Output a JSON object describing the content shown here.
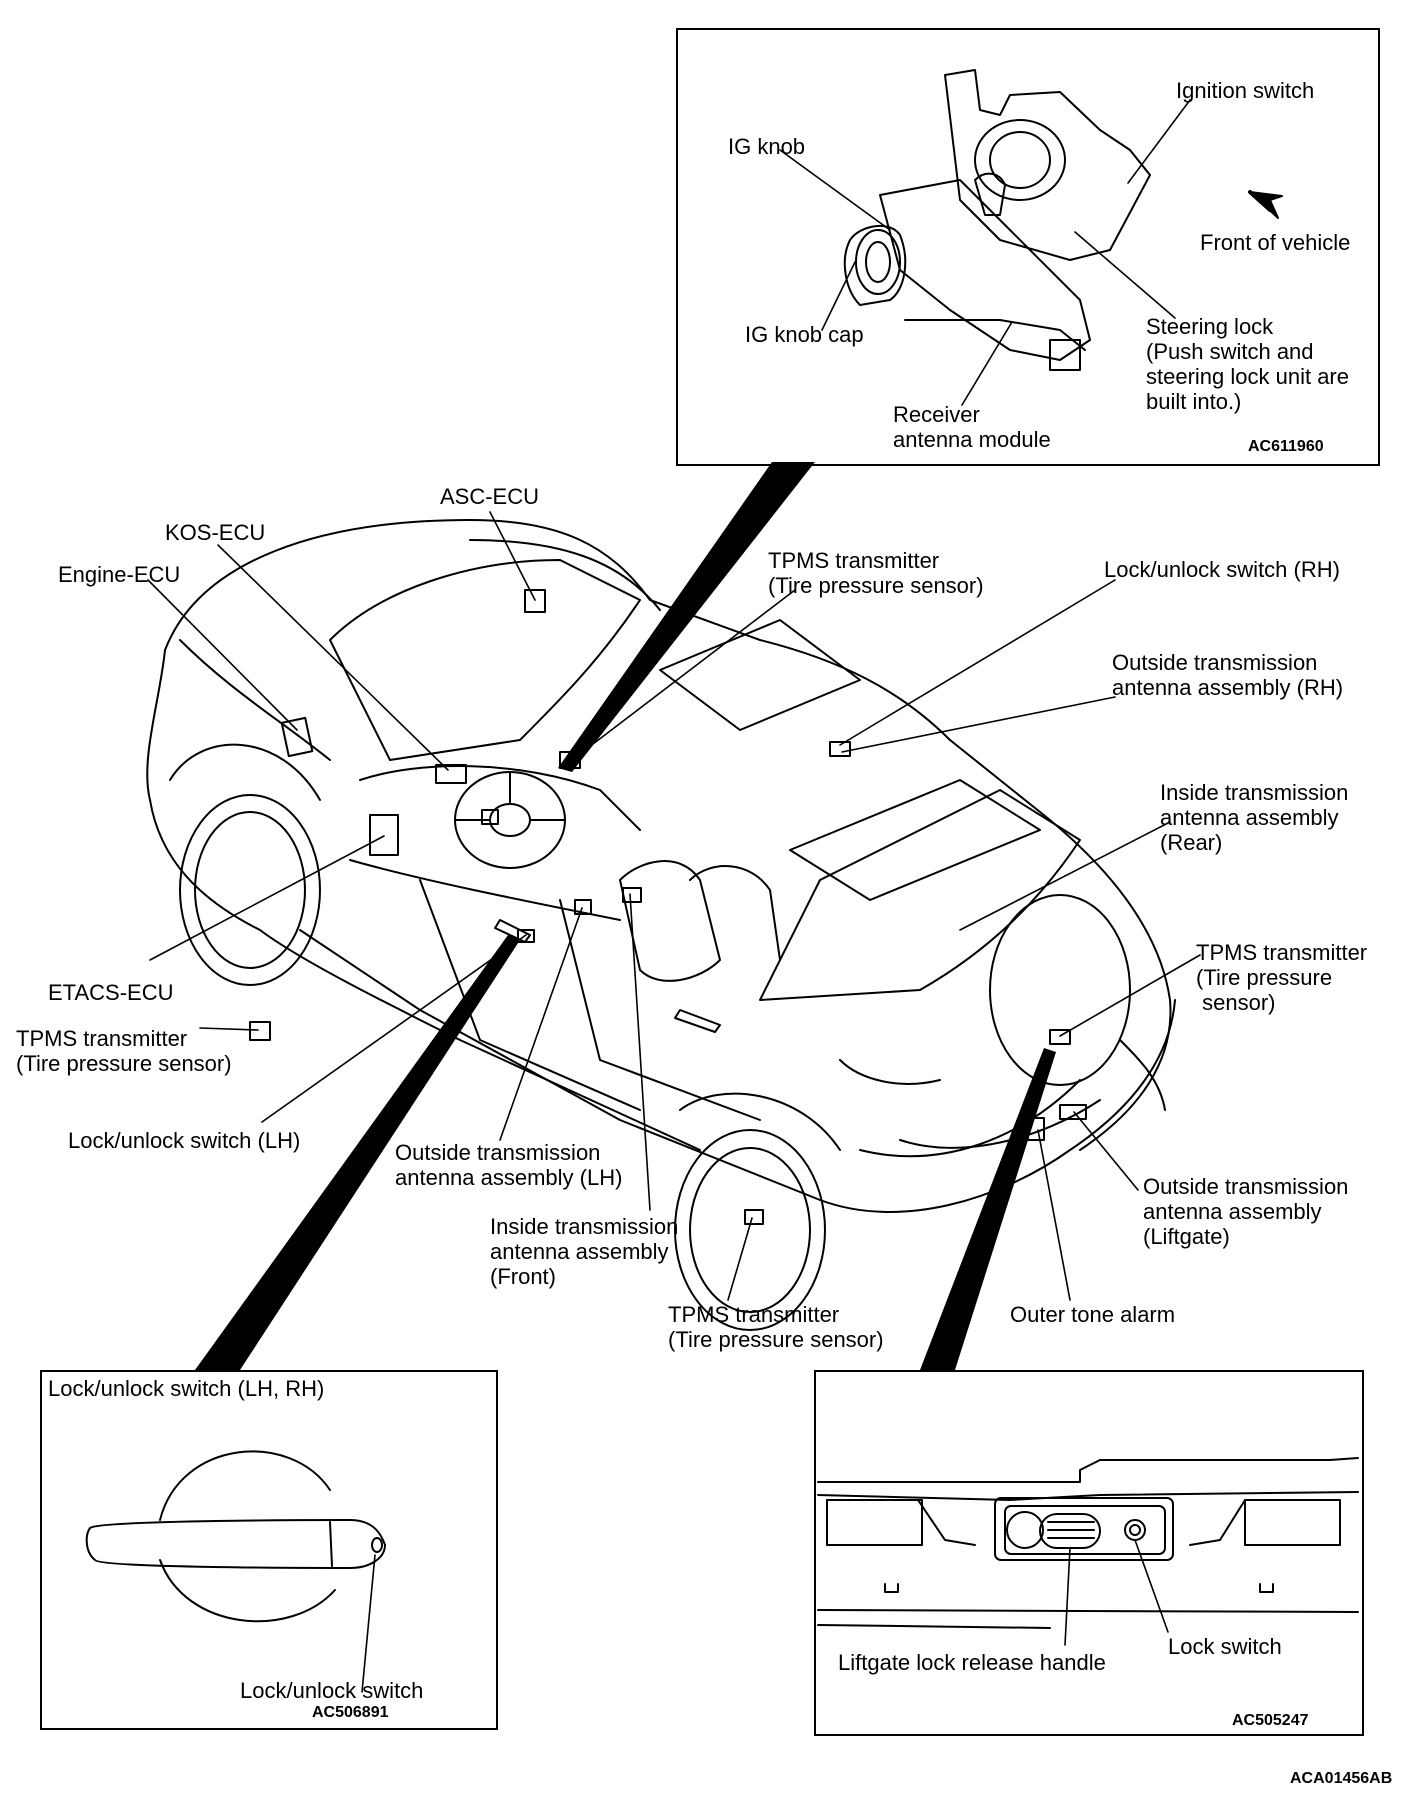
{
  "figure_code": "ACA01456AB",
  "callouts": {
    "asc_ecu": "ASC-ECU",
    "kos_ecu": "KOS-ECU",
    "engine_ecu": "Engine-ECU",
    "tpms_center": "TPMS transmitter\n(Tire pressure sensor)",
    "lock_switch_rh": "Lock/unlock switch (RH)",
    "outside_ant_rh": "Outside transmission\nantenna assembly (RH)",
    "inside_ant_rear": "Inside transmission\nantenna assembly\n(Rear)",
    "tpms_rear_right": "TPMS transmitter\n(Tire pressure\n sensor)",
    "etacs_ecu": "ETACS-ECU",
    "tpms_front_left": "TPMS transmitter\n(Tire pressure sensor)",
    "lock_switch_lh": "Lock/unlock switch (LH)",
    "outside_ant_lh": "Outside transmission\nantenna assembly (LH)",
    "inside_ant_front": "Inside transmission\nantenna assembly\n(Front)",
    "tpms_rear_left": "TPMS transmitter\n(Tire pressure sensor)",
    "outside_ant_liftgate": "Outside transmission\nantenna assembly\n(Liftgate)",
    "outer_tone_alarm": "Outer tone alarm"
  },
  "ignition_inset": {
    "ignition_switch": "Ignition switch",
    "ig_knob": "IG knob",
    "front_of_vehicle": "Front of vehicle",
    "steering_lock": "Steering lock\n(Push switch and\nsteering lock unit are\nbuilt into.)",
    "ig_knob_cap": "IG knob cap",
    "receiver_antenna": "Receiver\nantenna module",
    "code": "AC611960"
  },
  "door_inset": {
    "title": "Lock/unlock switch (LH, RH)",
    "lock_unlock_switch": "Lock/unlock switch",
    "code": "AC506891"
  },
  "liftgate_inset": {
    "release_handle": "Liftgate lock release handle",
    "lock_switch": "Lock switch",
    "code": "AC505247"
  }
}
